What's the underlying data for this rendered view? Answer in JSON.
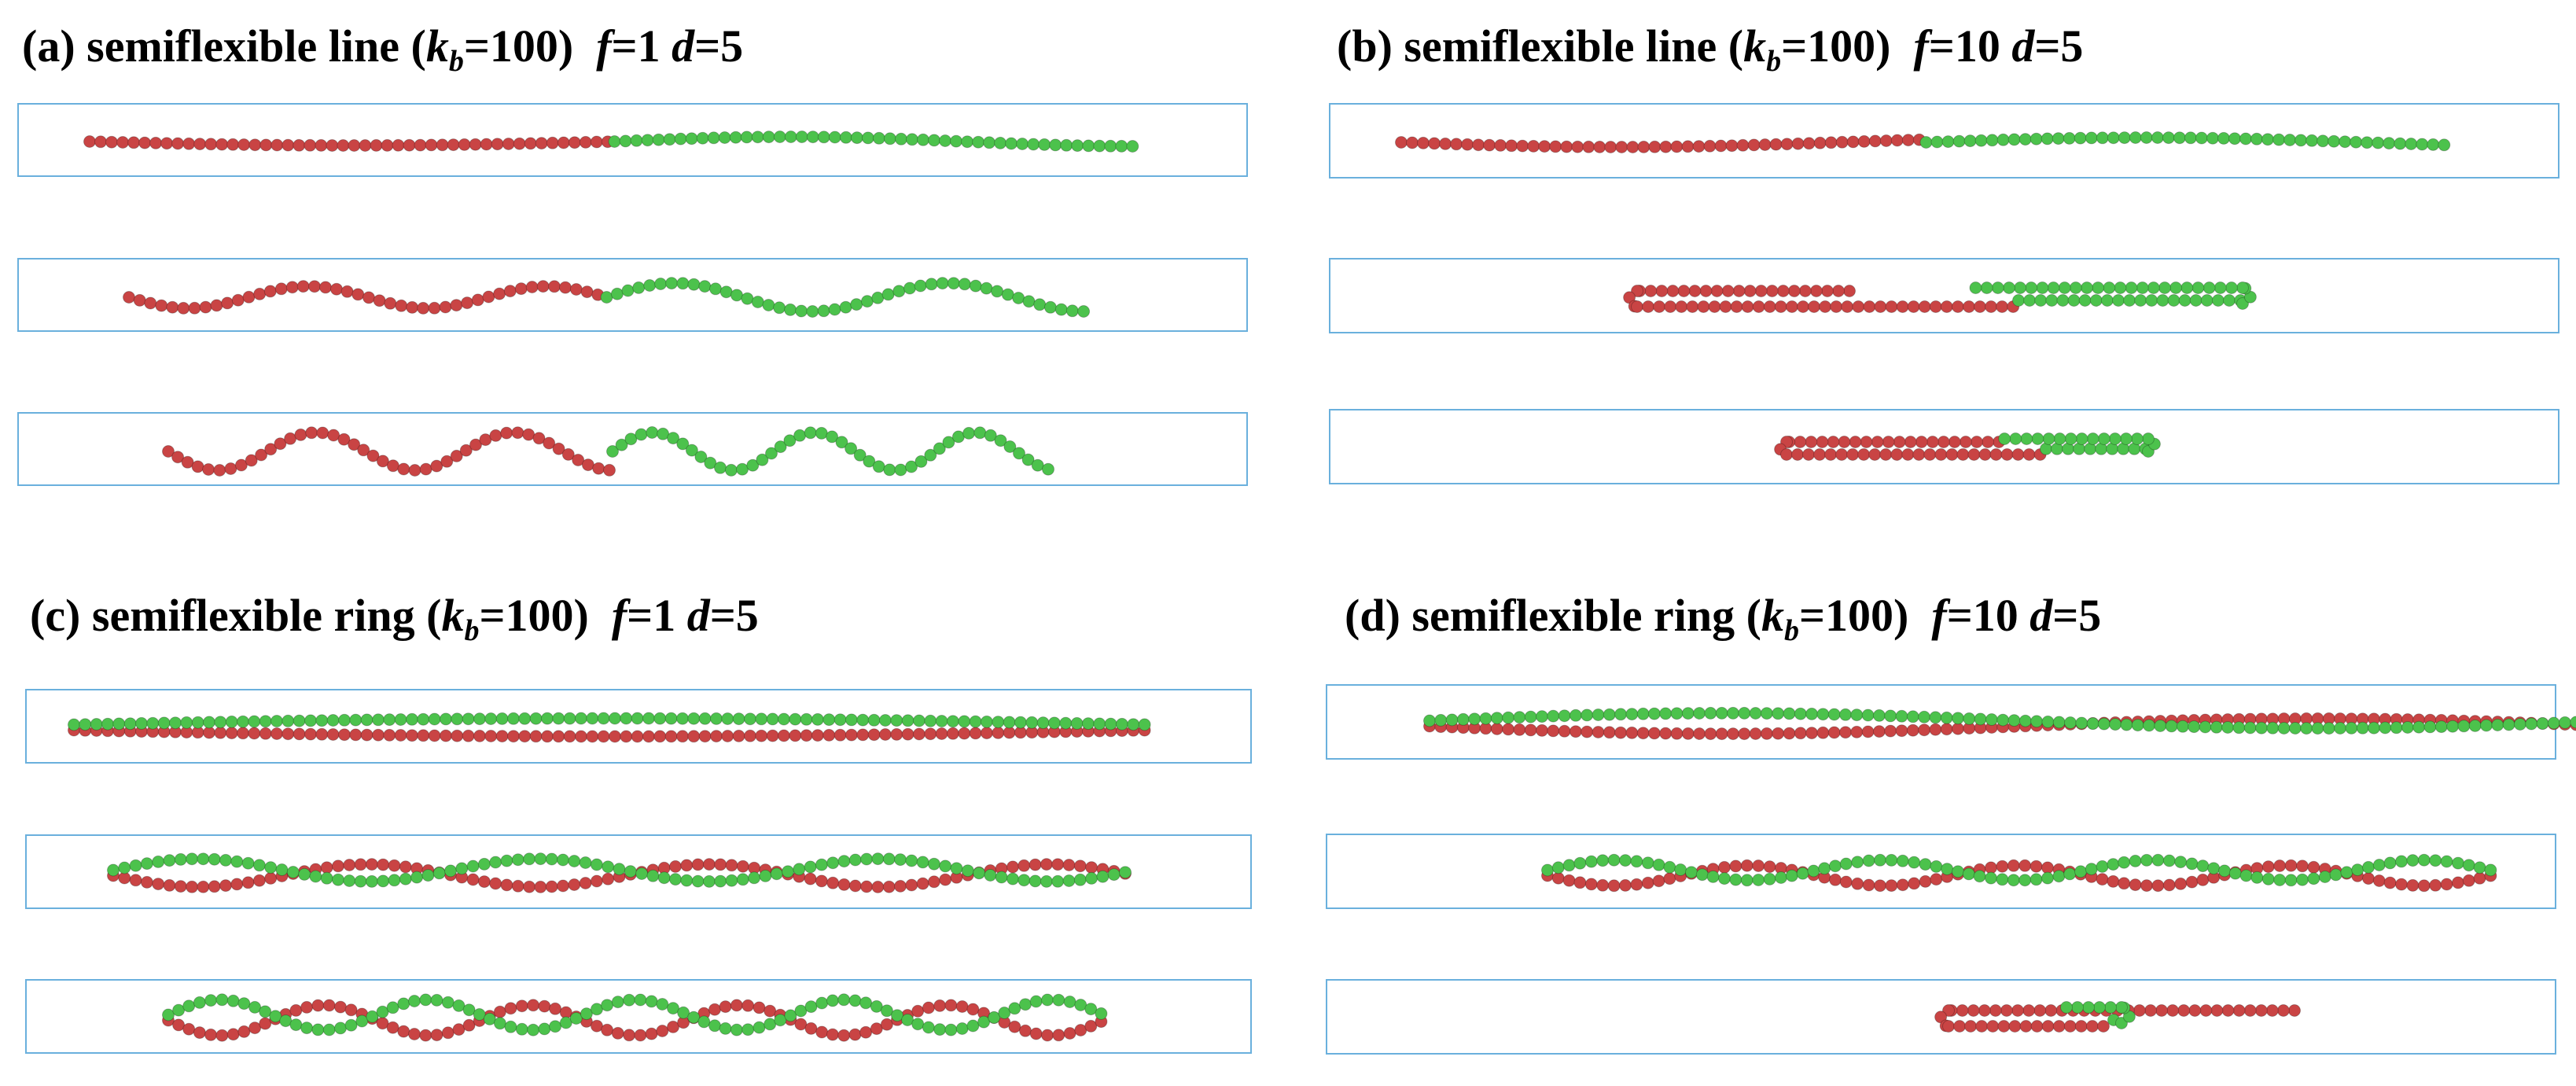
{
  "colors": {
    "box_border": "#6ab0dd",
    "bead_red": "#c94444",
    "bead_green": "#4cc24c"
  },
  "panels": [
    {
      "id": "a",
      "label": "(a)",
      "text": "semiflexible line",
      "paren_open": "(",
      "k": "k",
      "k_sub": "b",
      "k_value": "=100)",
      "f": "f",
      "f_value": "=1",
      "d": "d",
      "d_value": "=5",
      "topology": "line"
    },
    {
      "id": "b",
      "label": "(b)",
      "text": "semiflexible line",
      "paren_open": "(",
      "k": "k",
      "k_sub": "b",
      "k_value": "=100)",
      "f": "f",
      "f_value": "=10",
      "d": "d",
      "d_value": "=5",
      "topology": "line"
    },
    {
      "id": "c",
      "label": "(c)",
      "text": "semiflexible ring",
      "paren_open": "(",
      "k": "k",
      "k_sub": "b",
      "k_value": "=100)",
      "f": "f",
      "f_value": "=1",
      "d": "d",
      "d_value": "=5",
      "topology": "ring"
    },
    {
      "id": "d",
      "label": "(d)",
      "text": "semiflexible ring",
      "paren_open": "(",
      "k": "k",
      "k_sub": "b",
      "k_value": "=100)",
      "f": "f",
      "f_value": "=10",
      "d": "d",
      "d_value": "=5",
      "topology": "ring"
    }
  ]
}
